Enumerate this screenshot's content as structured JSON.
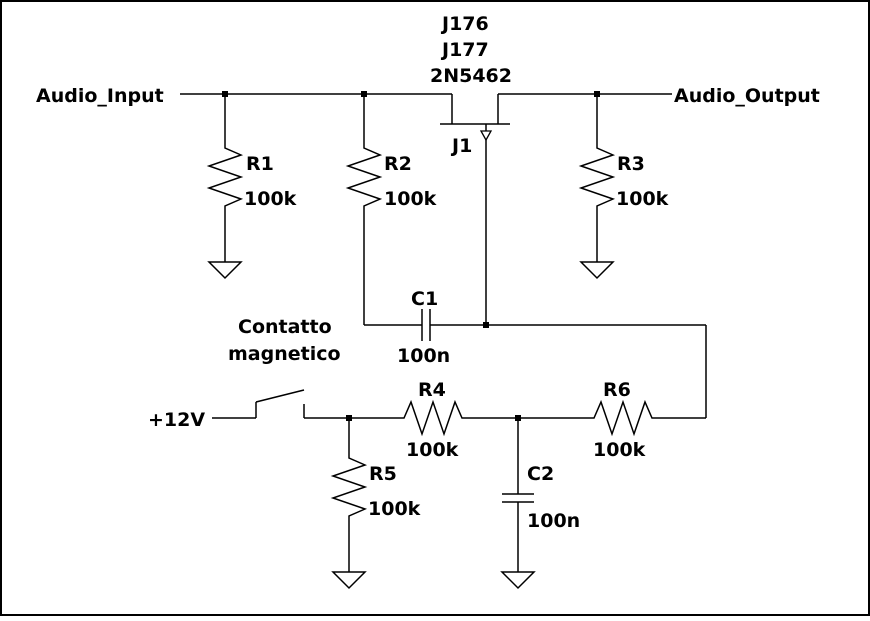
{
  "colors": {
    "background": "#ffffff",
    "wire": "#000000",
    "text": "#000000"
  },
  "labels": {
    "input": "Audio_Input",
    "output": "Audio_Output",
    "supply": "+12V",
    "switch_line1": "Contatto",
    "switch_line2": "magnetico"
  },
  "components": {
    "J1": {
      "ref": "J1",
      "parts": [
        "J176",
        "J177",
        "2N5462"
      ]
    },
    "R1": {
      "ref": "R1",
      "value": "100k"
    },
    "R2": {
      "ref": "R2",
      "value": "100k"
    },
    "R3": {
      "ref": "R3",
      "value": "100k"
    },
    "R4": {
      "ref": "R4",
      "value": "100k"
    },
    "R5": {
      "ref": "R5",
      "value": "100k"
    },
    "R6": {
      "ref": "R6",
      "value": "100k"
    },
    "C1": {
      "ref": "C1",
      "value": "100n"
    },
    "C2": {
      "ref": "C2",
      "value": "100n"
    }
  },
  "symbols": {
    "ground": "ground-icon",
    "resistor": "resistor-zigzag-icon",
    "capacitor": "capacitor-icon",
    "switch": "switch-icon",
    "jfet": "jfet-icon"
  }
}
